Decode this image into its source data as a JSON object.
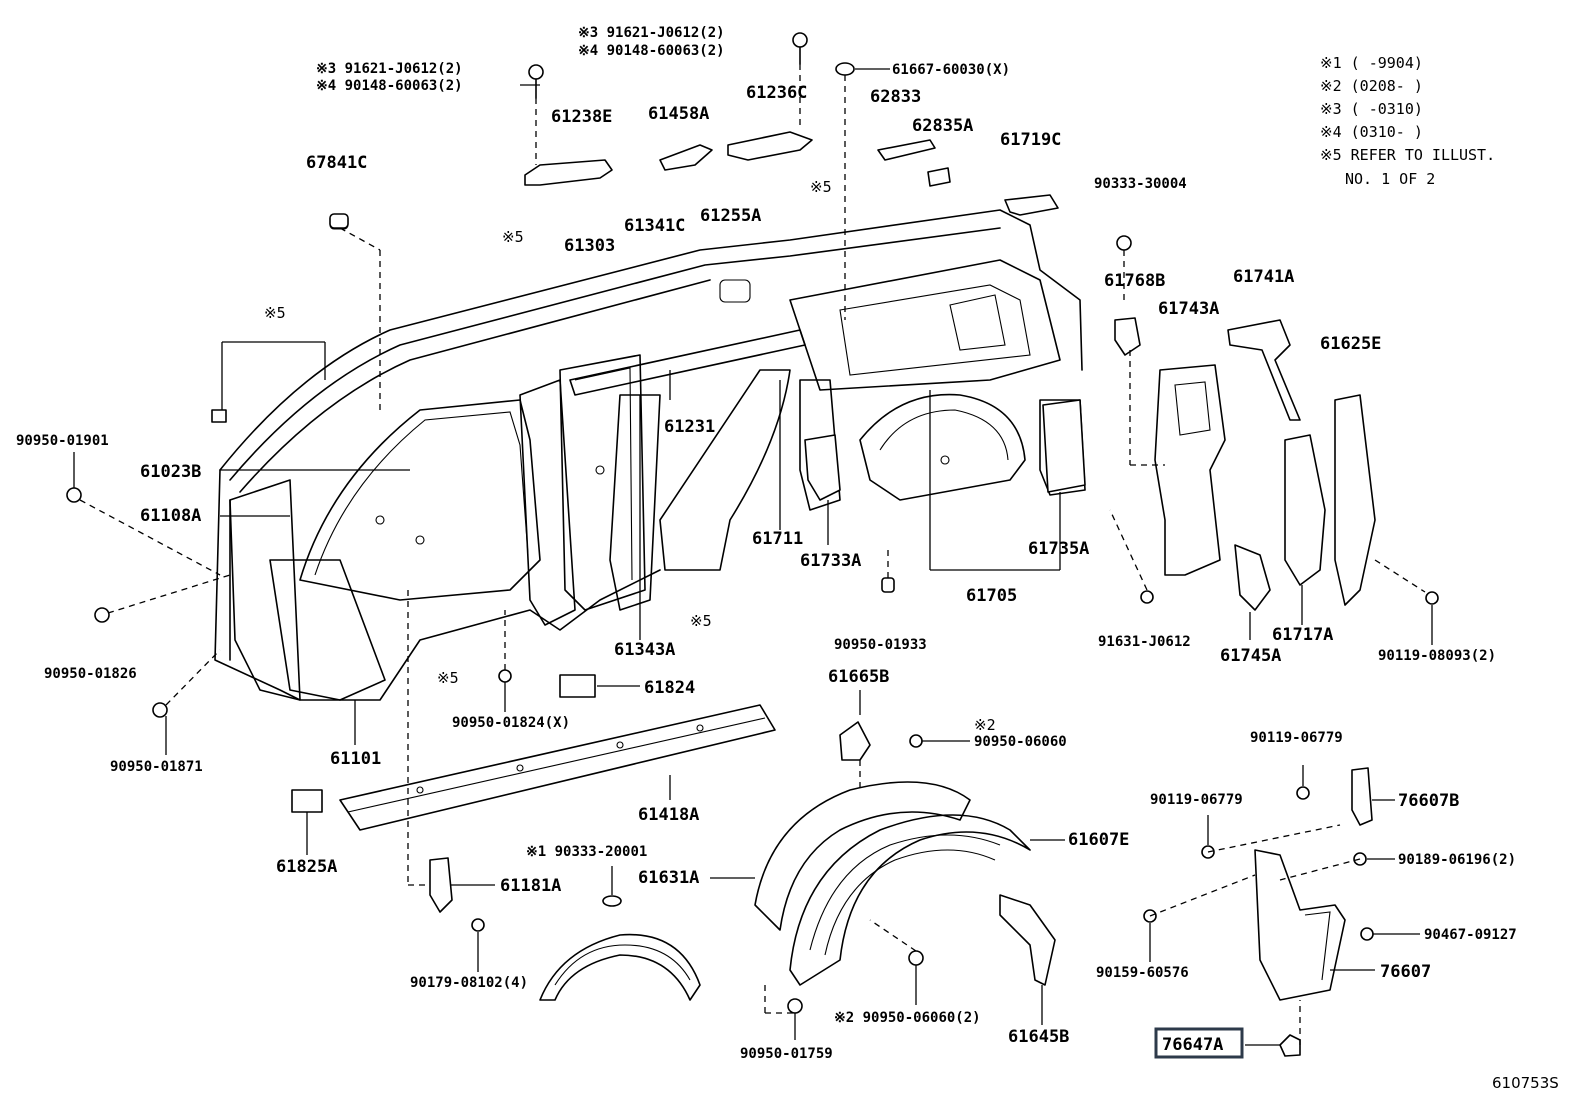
{
  "legend": {
    "lines": [
      "※1 (      -9904)",
      "※2 (0208-      )",
      "※3 (      -0310)",
      "※4 (0310-      )",
      "※5 REFER TO ILLUST.",
      "NO. 1 OF 2"
    ]
  },
  "labels": {
    "l_91621_a": "※3 91621-J0612(2)",
    "l_90148_a": "※4 90148-60063(2)",
    "l_91621_b": "※3 91621-J0612(2)",
    "l_90148_b": "※4 90148-60063(2)",
    "l_61667": "61667-60030(X)",
    "l_61238E": "61238E",
    "l_61458A": "61458A",
    "l_61236C": "61236C",
    "l_62833": "62833",
    "l_62835A": "62835A",
    "l_61719C": "61719C",
    "l_67841C": "67841C",
    "l_ref5_a": "※5",
    "l_ref5_b": "※5",
    "l_ref5_c": "※5",
    "l_ref5_d": "※5",
    "l_ref5_e": "※5",
    "l_90333_30004": "90333-30004",
    "l_61303": "61303",
    "l_61341C": "61341C",
    "l_61255A": "61255A",
    "l_61768B": "61768B",
    "l_61741A": "61741A",
    "l_61743A": "61743A",
    "l_61625E": "61625E",
    "l_90950_01901": "90950-01901",
    "l_61023B": "61023B",
    "l_61231": "61231",
    "l_61108A": "61108A",
    "l_61711": "61711",
    "l_61733A": "61733A",
    "l_61735A": "61735A",
    "l_61705": "61705",
    "l_90950_01826": "90950-01826",
    "l_61343A": "61343A",
    "l_90950_01933": "90950-01933",
    "l_91631": "91631-J0612",
    "l_61745A": "61745A",
    "l_61717A": "61717A",
    "l_90119_08093": "90119-08093(2)",
    "l_61824": "61824",
    "l_61665B": "61665B",
    "l_90950_01871": "90950-01871",
    "l_61101": "61101",
    "l_90950_01824": "90950-01824(X)",
    "l_ref2_a": "※2",
    "l_90950_06060": "90950-06060",
    "l_90119_06779_a": "90119-06779",
    "l_90119_06779_b": "90119-06779",
    "l_76607B": "76607B",
    "l_61418A": "61418A",
    "l_61607E": "61607E",
    "l_61825A": "61825A",
    "l_90333_20001": "※1 90333-20001",
    "l_61631A": "61631A",
    "l_90189": "90189-06196(2)",
    "l_61181A": "61181A",
    "l_90467": "90467-09127",
    "l_90159": "90159-60576",
    "l_76607": "76607",
    "l_90179": "90179-08102(4)",
    "l_90950_06060_2": "※2 90950-06060(2)",
    "l_61645B": "61645B",
    "l_90950_01759": "90950-01759",
    "l_76647A": "76647A",
    "l_ref_code": "610753S"
  },
  "highlighted_part": "76647A"
}
